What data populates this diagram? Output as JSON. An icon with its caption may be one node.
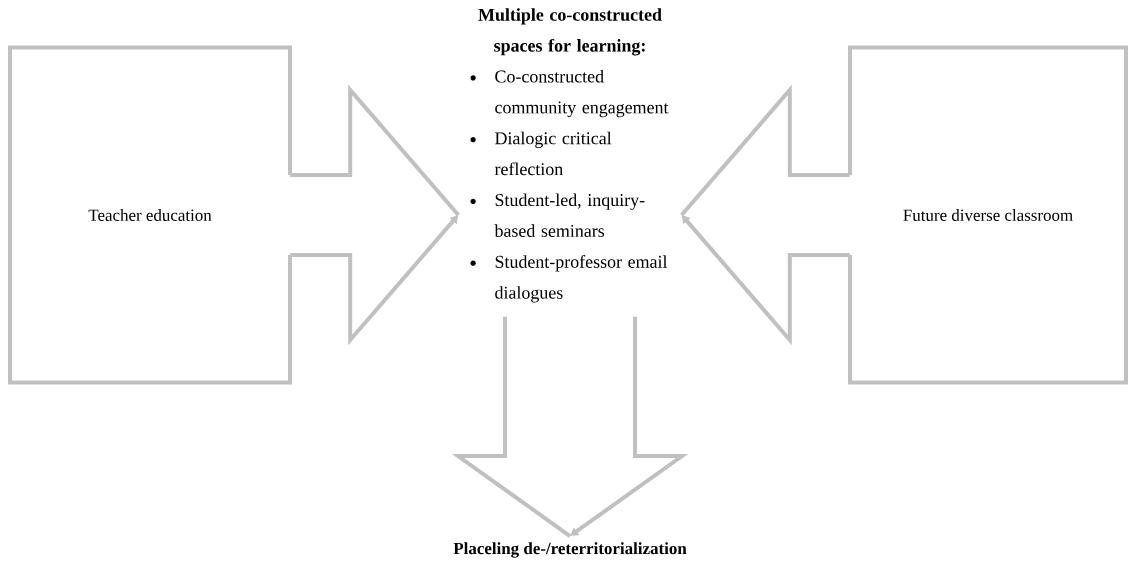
{
  "diagram": {
    "nodes": [
      {
        "text": [
          "Teacher education"
        ]
      },
      {
        "text": [
          "Multiple co-constructed spaces for learning:",
          "Co-constructed community engagement",
          "Dialogic critical reflection",
          "Student-led, inquiry-based seminars",
          "Student-professor email dialogues"
        ]
      },
      {
        "text": [
          "Future diverse classroom"
        ]
      },
      {
        "text": [
          "Placeling de-/reterritorialization"
        ]
      }
    ],
    "edges": [
      {
        "from": 0,
        "to": 1,
        "arrow": "to"
      },
      {
        "from": 2,
        "to": 1,
        "arrow": "to"
      },
      {
        "from": 1,
        "to": 3,
        "arrow": "to"
      }
    ]
  }
}
